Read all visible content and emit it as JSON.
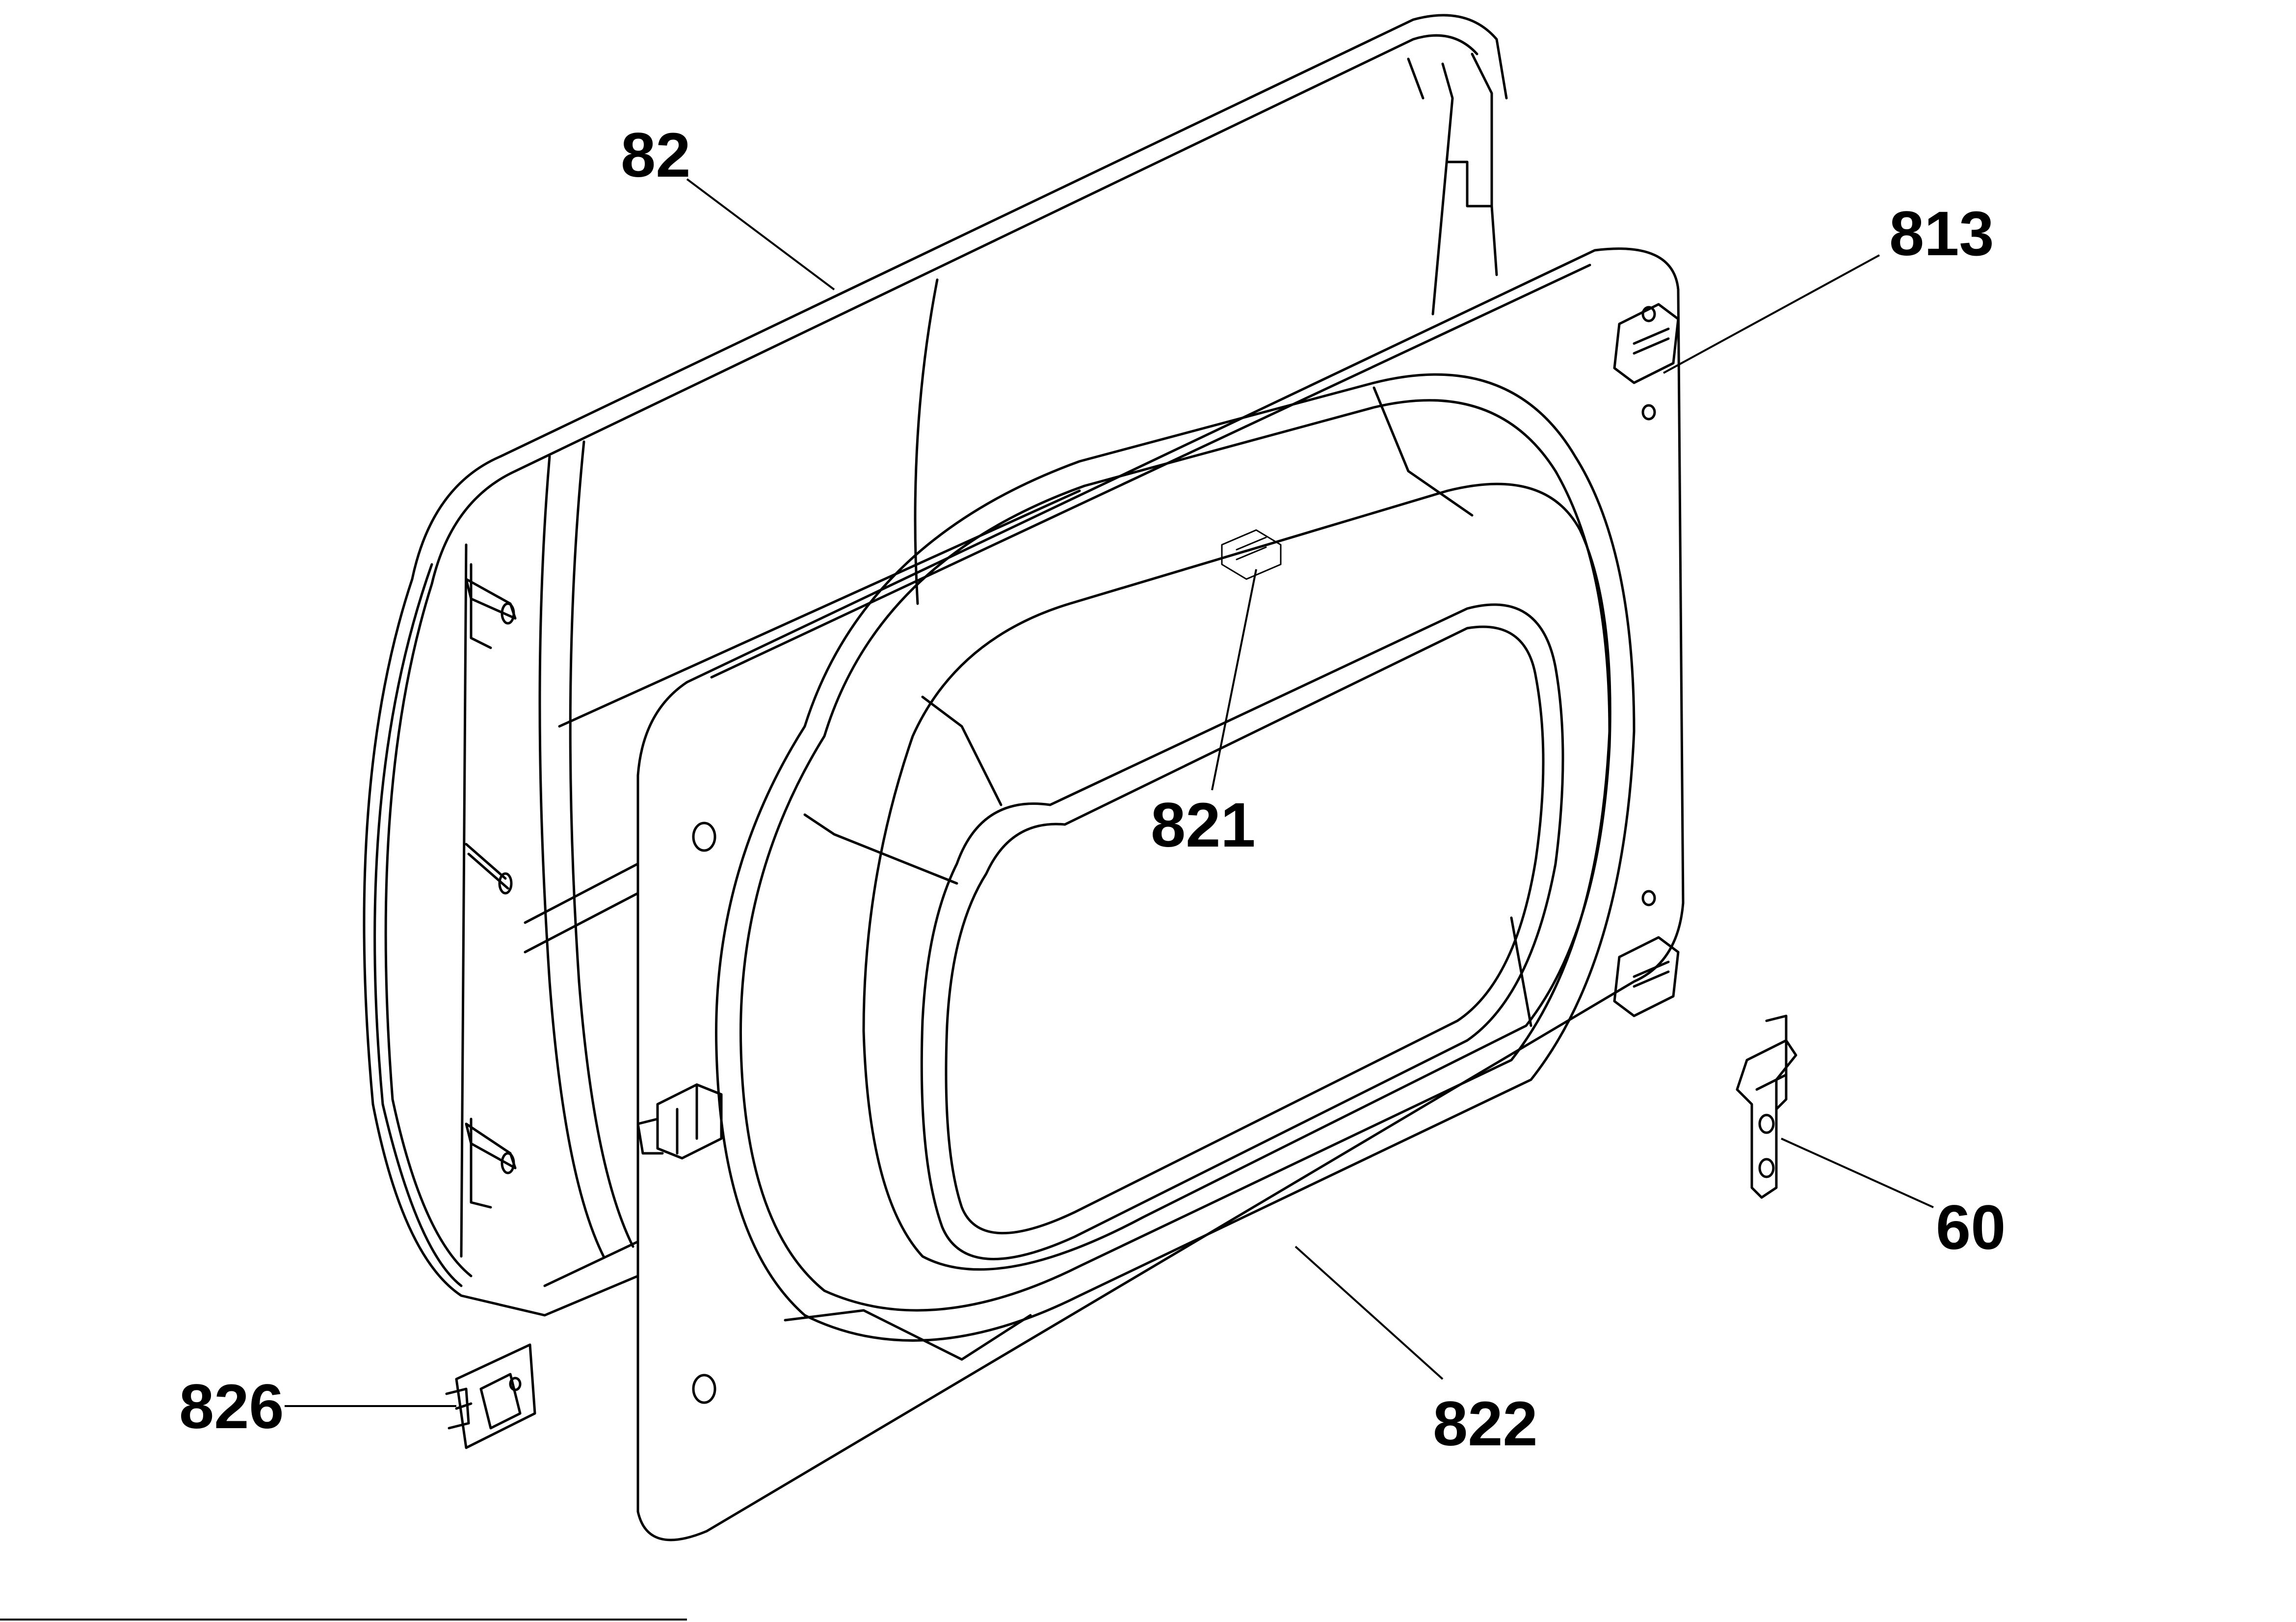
{
  "callouts": [
    {
      "id": "82",
      "label": "82"
    },
    {
      "id": "813",
      "label": "813"
    },
    {
      "id": "821",
      "label": "821"
    },
    {
      "id": "60",
      "label": "60"
    },
    {
      "id": "826",
      "label": "826"
    },
    {
      "id": "822",
      "label": "822"
    }
  ]
}
